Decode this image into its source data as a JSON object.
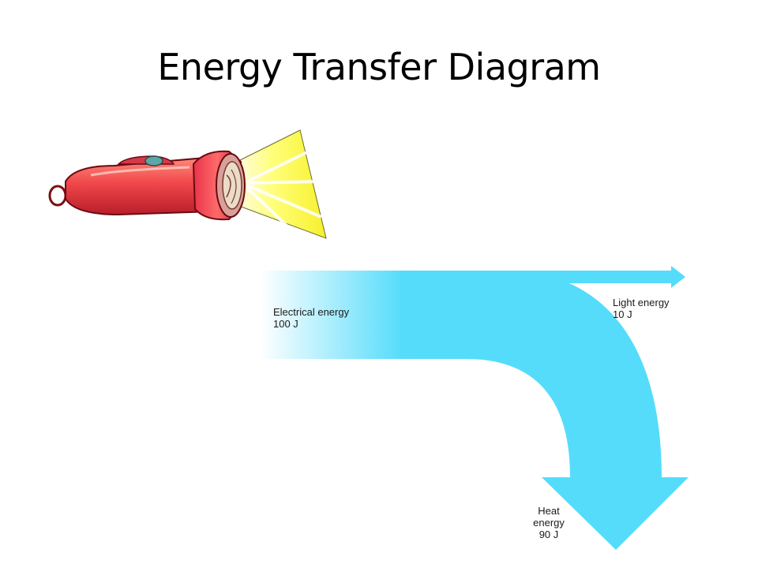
{
  "slide": {
    "title": "Energy Transfer Diagram"
  },
  "illustration": {
    "icon": "flashlight-icon"
  },
  "sankey": {
    "colors": {
      "flow": "#55dcfb",
      "flow_start": "#ffffff"
    },
    "input": {
      "name": "Electrical energy",
      "value": "100 J"
    },
    "outputs": [
      {
        "name": "Light energy",
        "value": "10 J"
      },
      {
        "name_line1": "Heat",
        "name_line2": "energy",
        "value": "90 J"
      }
    ]
  }
}
